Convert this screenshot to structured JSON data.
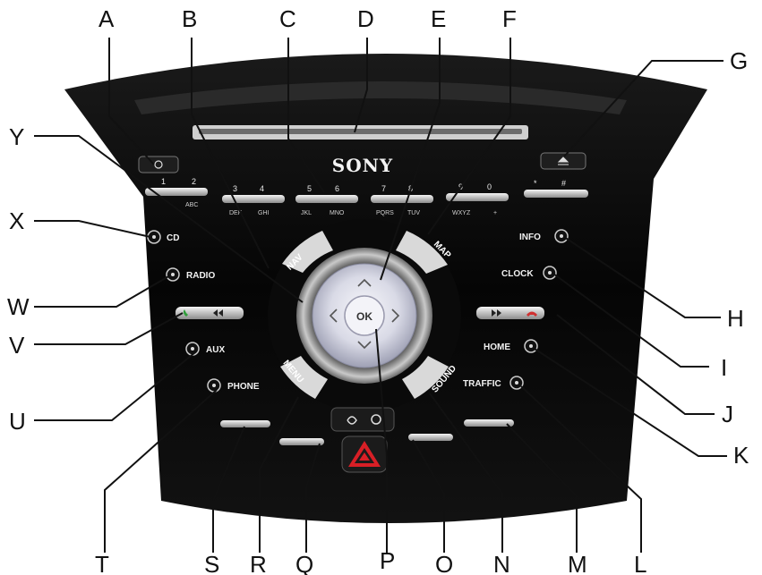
{
  "brand": "SONY",
  "callouts": {
    "A": "A",
    "B": "B",
    "C": "C",
    "D": "D",
    "E": "E",
    "F": "F",
    "G": "G",
    "H": "H",
    "I": "I",
    "J": "J",
    "K": "K",
    "L": "L",
    "M": "M",
    "N": "N",
    "O": "O",
    "P": "P",
    "Q": "Q",
    "R": "R",
    "S": "S",
    "T": "T",
    "U": "U",
    "V": "V",
    "W": "W",
    "X": "X",
    "Y": "Y"
  },
  "left_buttons": {
    "cd": "CD",
    "radio": "RADIO",
    "aux": "AUX",
    "phone": "PHONE"
  },
  "right_buttons": {
    "info": "INFO",
    "clock": "CLOCK",
    "home": "HOME",
    "traffic": "TRAFFIC"
  },
  "arc_labels": {
    "nav": "NAV",
    "map": "MAP",
    "menu": "MENU",
    "sound": "SOUND"
  },
  "center": {
    "ok": "OK"
  },
  "keypad": [
    {
      "num": "1",
      "sub": ""
    },
    {
      "num": "2",
      "sub": "ABC"
    },
    {
      "num": "3",
      "sub": "DEF"
    },
    {
      "num": "4",
      "sub": "GHI"
    },
    {
      "num": "5",
      "sub": "JKL"
    },
    {
      "num": "6",
      "sub": "MNO"
    },
    {
      "num": "7",
      "sub": "PQRS"
    },
    {
      "num": "8",
      "sub": "TUV"
    },
    {
      "num": "9",
      "sub": "WXYZ"
    },
    {
      "num": "0",
      "sub": "+"
    },
    {
      "num": "*",
      "sub": ""
    },
    {
      "num": "#",
      "sub": ""
    }
  ],
  "colors": {
    "panel": "#0b0b0b",
    "call_green": "#2e9e3a",
    "hangup_red": "#d03030",
    "hazard_red": "#d81f26"
  }
}
